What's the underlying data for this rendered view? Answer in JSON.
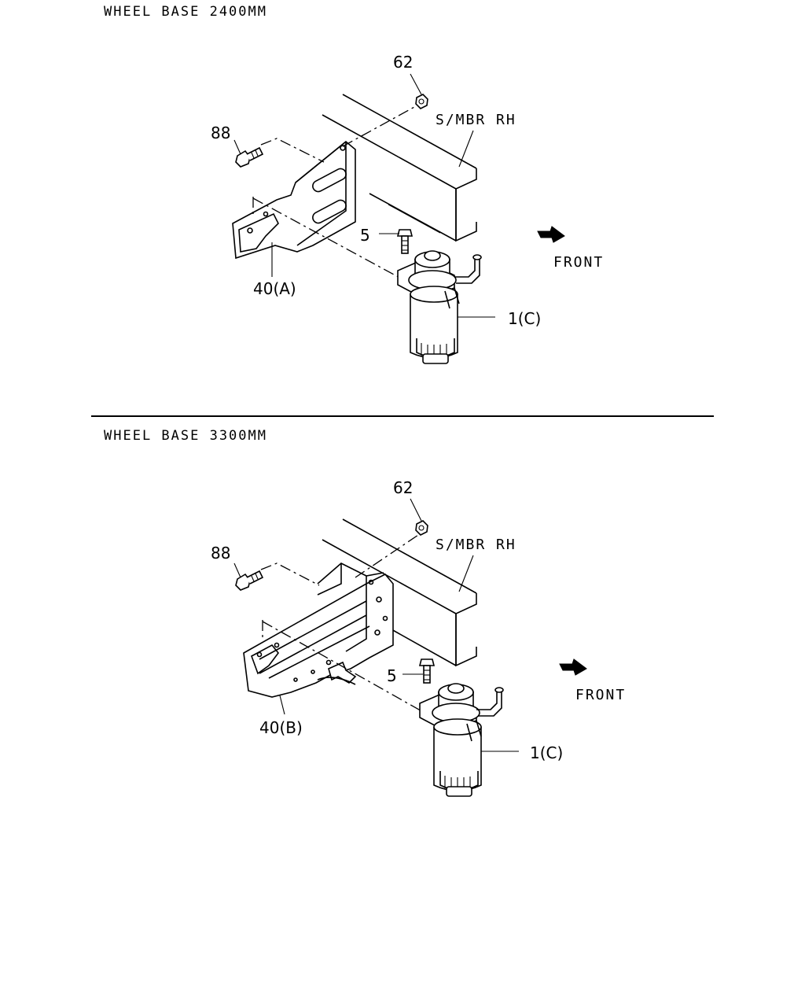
{
  "sections": [
    {
      "header": "WHEEL BASE 2400MM",
      "labels": {
        "p62": "62",
        "p88": "88",
        "p5": "5",
        "p40": "40(A)",
        "p1": "1(C)",
        "member": "S/MBR RH",
        "front": "FRONT"
      }
    },
    {
      "header": "WHEEL BASE 3300MM",
      "labels": {
        "p62": "62",
        "p88": "88",
        "p5": "5",
        "p40": "40(B)",
        "p1": "1(C)",
        "member": "S/MBR RH",
        "front": "FRONT"
      }
    }
  ]
}
